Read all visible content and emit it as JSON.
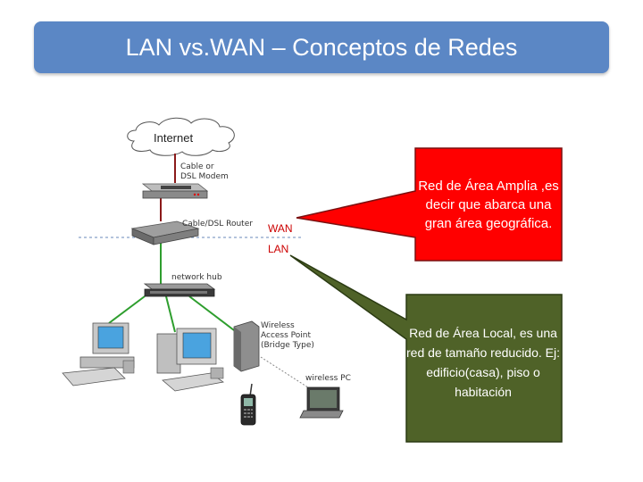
{
  "slide": {
    "title": "LAN vs.WAN – Conceptos de Redes"
  },
  "diagram": {
    "internet_label": "Internet",
    "modem_label_line1": "Cable or",
    "modem_label_line2": "DSL Modem",
    "router_label": "Cable/DSL Router",
    "wan_label": "WAN",
    "lan_label": "LAN",
    "hub_label": "network hub",
    "ap_label_line1": "Wireless",
    "ap_label_line2": "Access Point",
    "ap_label_line3": "(Bridge Type)",
    "wireless_pc_label": "wireless PC"
  },
  "callouts": {
    "wan_text": "Red de Área Amplia ,es decir que abarca una gran área geográfica.",
    "lan_text": "Red de Área Local, es una red de tamaño reducido. Ej: edificio(casa), piso o habitación"
  },
  "colors": {
    "title_bg": "#5b87c5",
    "wan_callout": "#ff0000",
    "lan_callout": "#4f6228",
    "wan_text": "#cc0000",
    "lan_text": "#cc0000",
    "wan_link": "#8b1a1a",
    "lan_link": "#2e9e2e"
  }
}
